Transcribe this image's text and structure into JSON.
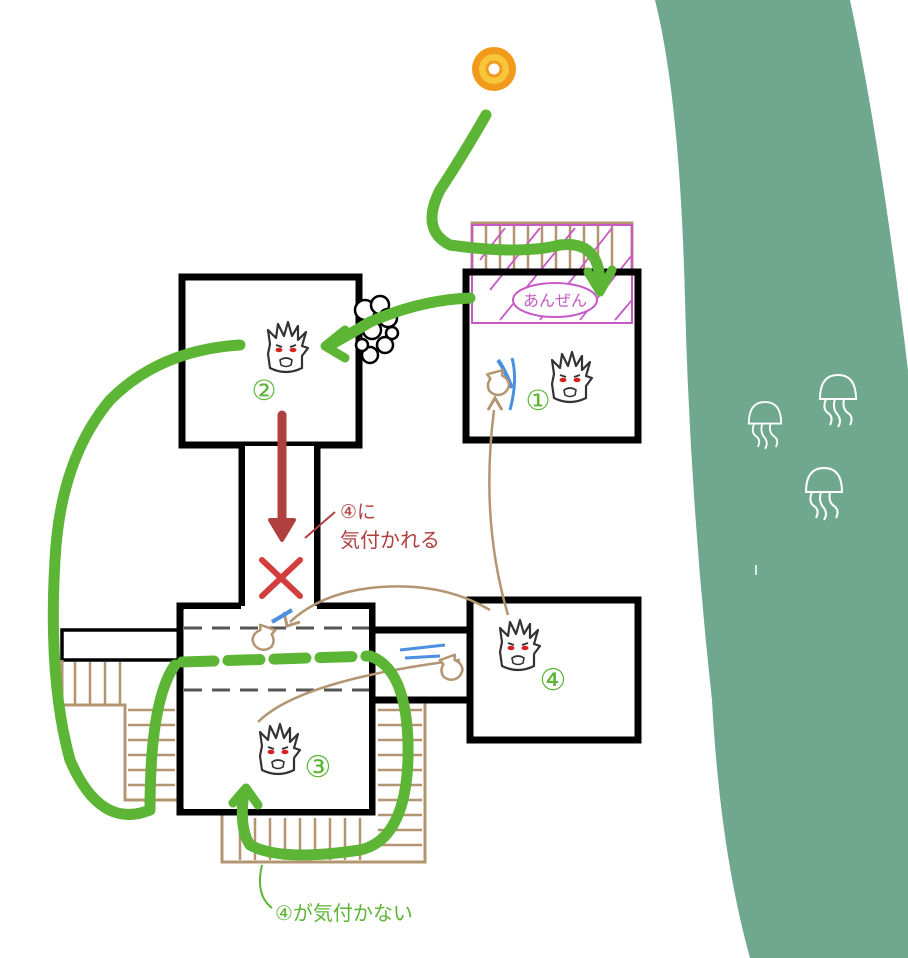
{
  "map": {
    "safe_zone_label": "あんぜん",
    "annotations": {
      "noticed_line1": "④に",
      "noticed_line2": "気付かれる",
      "not_noticed": "④が気付かない"
    },
    "rooms": [
      {
        "id": "room-1",
        "number": "①"
      },
      {
        "id": "room-2",
        "number": "②"
      },
      {
        "id": "room-3",
        "number": "③"
      },
      {
        "id": "room-4",
        "number": "④"
      }
    ],
    "colors": {
      "route": "#5cb535",
      "danger_route": "#b04040",
      "enemy_sight": "#b49572",
      "water": "#6fa88f",
      "safe_zone": "#c659c6",
      "wall": "#000000",
      "stairs": "#b49572",
      "start_marker": "#f29a1c",
      "room_number": "#5cb535",
      "noticed_text": "#b04040",
      "throw_effect": "#4a8fe0"
    },
    "icons": [
      "start-marker-icon",
      "enemy-face-icon",
      "jellyfish-icon",
      "pot-icon",
      "smoke-icon",
      "cross-icon"
    ]
  }
}
